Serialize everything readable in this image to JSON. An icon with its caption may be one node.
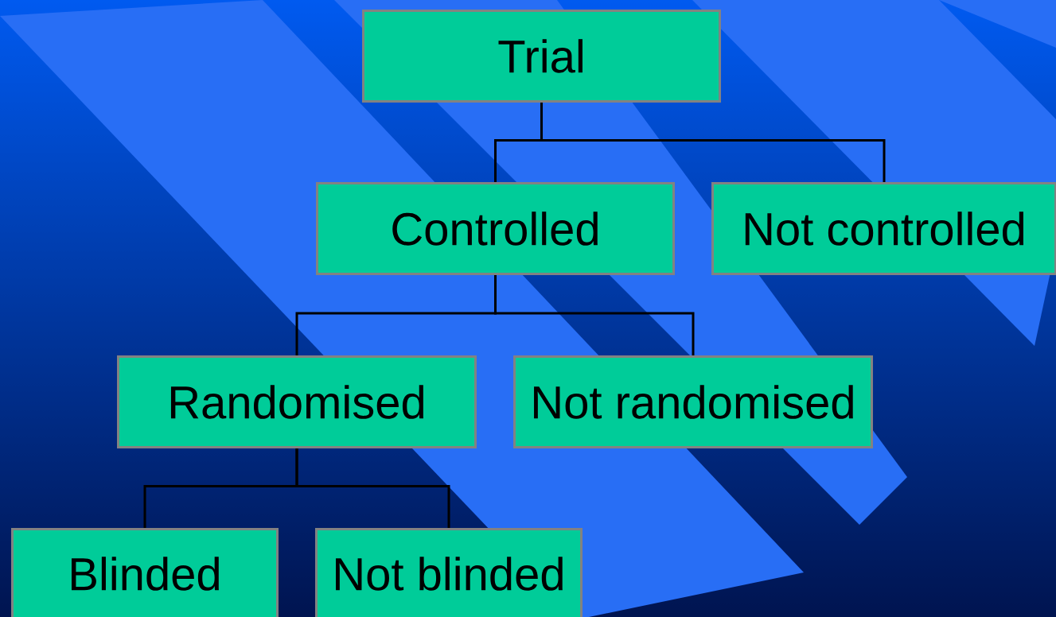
{
  "diagram": {
    "nodes": [
      {
        "text": [
          "Trial"
        ]
      },
      {
        "text": [
          "Controlled"
        ]
      },
      {
        "text": [
          "Not controlled"
        ]
      },
      {
        "text": [
          "Randomised"
        ]
      },
      {
        "text": [
          "Not randomised"
        ]
      },
      {
        "text": [
          "Blinded"
        ]
      },
      {
        "text": [
          "Not blinded"
        ]
      }
    ],
    "edges": [
      {
        "from": 0,
        "to": 1,
        "arrow": "none"
      },
      {
        "from": 0,
        "to": 2,
        "arrow": "none"
      },
      {
        "from": 1,
        "to": 3,
        "arrow": "none"
      },
      {
        "from": 1,
        "to": 4,
        "arrow": "none"
      },
      {
        "from": 3,
        "to": 5,
        "arrow": "none"
      },
      {
        "from": 3,
        "to": 6,
        "arrow": "none"
      }
    ]
  }
}
